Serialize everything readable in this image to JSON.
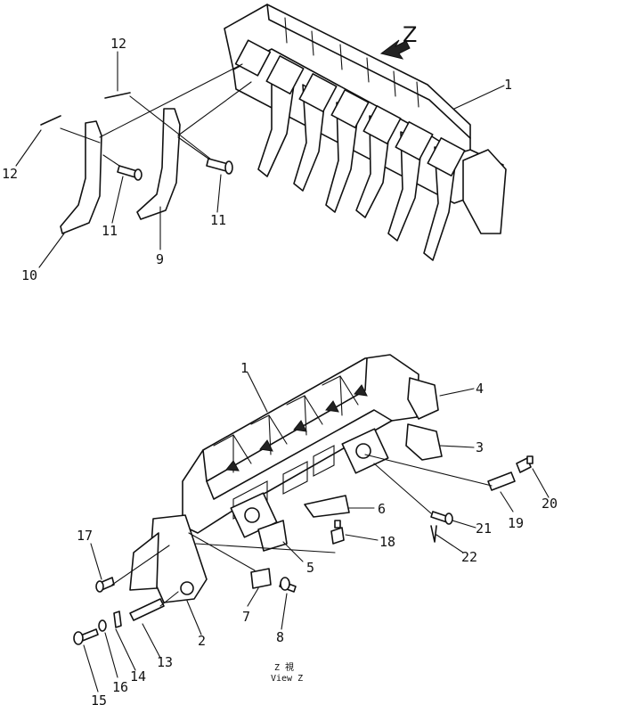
{
  "view_letter": "Z",
  "caption": {
    "line1": "Z  視",
    "line2": "View Z"
  },
  "callouts_top": [
    "1",
    "9",
    "10",
    "11",
    "11",
    "12",
    "12"
  ],
  "callouts_bottom": [
    "1",
    "2",
    "3",
    "4",
    "5",
    "6",
    "7",
    "8",
    "13",
    "14",
    "15",
    "16",
    "17",
    "18",
    "19",
    "20",
    "21",
    "22"
  ]
}
